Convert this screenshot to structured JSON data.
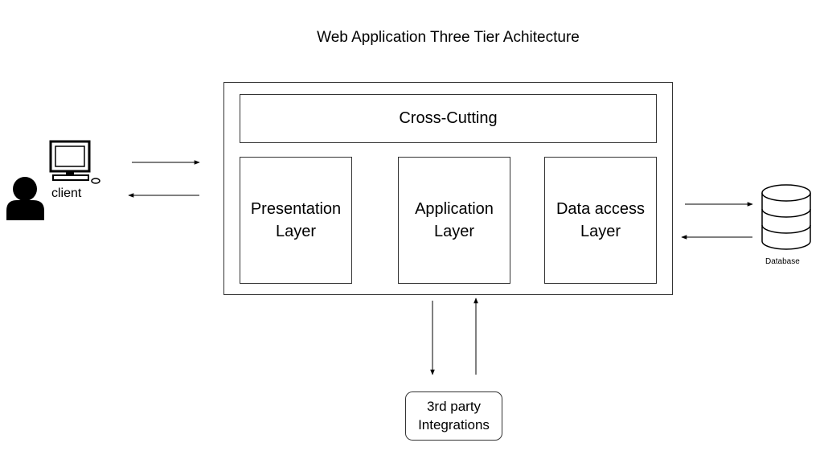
{
  "diagram": {
    "title": "Web Application Three Tier Achitecture",
    "cross_cutting": "Cross-Cutting",
    "layers": [
      {
        "line1": "Presentation",
        "line2": "Layer"
      },
      {
        "line1": "Application",
        "line2": "Layer"
      },
      {
        "line1": "Data access",
        "line2": "Layer"
      }
    ],
    "third_party": {
      "line1": "3rd party",
      "line2": "Integrations"
    },
    "client_label": "client",
    "database_label": "Database"
  },
  "icons": {
    "client": "user-icon",
    "computer": "computer-icon",
    "database": "database-icon"
  },
  "colors": {
    "stroke": "#333333",
    "icon_fill": "#000000",
    "background": "#ffffff"
  }
}
